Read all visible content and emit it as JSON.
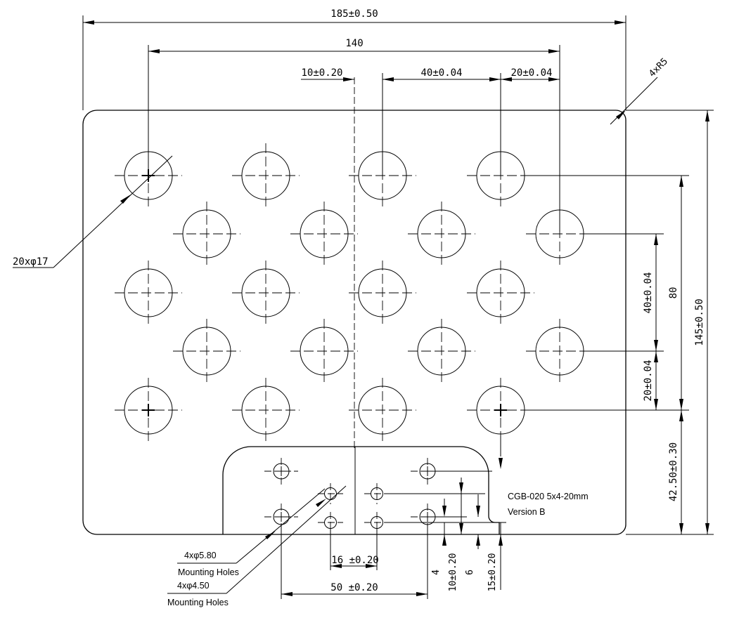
{
  "labels": {
    "overall_width": "185±0.50",
    "hole_span": "140",
    "offset_10": "10±0.20",
    "pitch_40": "40±0.04",
    "pitch_20": "20±0.04",
    "corner_radius": "4xR5",
    "hole_callout": "20xφ17",
    "pitch_40_vertical": "40±0.04",
    "span_80": "80",
    "overall_height": "145±0.50",
    "pitch_20_vertical": "20±0.04",
    "bottom_offset": "42.50±0.30",
    "product_name": "CGB-020 5x4-20mm",
    "version": "Version B",
    "mounting_large": "4xφ5.80",
    "mounting_large_desc": "Mounting Holes",
    "mounting_small": "4xφ4.50",
    "mounting_small_desc": "Mounting Holes",
    "spacing_16": "16 ±0.20",
    "spacing_50": "50 ±0.20",
    "dim_4": "4",
    "dim_10": "10±0.20",
    "dim_6": "6",
    "dim_15": "15±0.20"
  },
  "grid": {
    "large_holes": 20,
    "large_hole_diameter_mm": 17,
    "pitch_mm": 40,
    "rows": 5,
    "columns": 4
  }
}
